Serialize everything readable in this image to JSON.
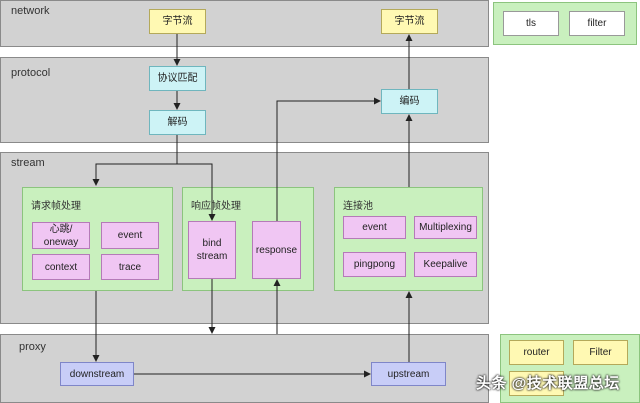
{
  "layers": {
    "network": "network",
    "protocol": "protocol",
    "stream": "stream",
    "proxy": "proxy"
  },
  "network": {
    "bytes_in": "字节流",
    "bytes_out": "字节流"
  },
  "protocol": {
    "match": "协议匹配",
    "decode": "解码",
    "encode": "编码"
  },
  "stream": {
    "request": {
      "title": "请求帧处理",
      "heartbeat": "心跳/ oneway",
      "event": "event",
      "context": "context",
      "trace": "trace"
    },
    "response": {
      "title": "响应帧处理",
      "bind_stream": "bind stream",
      "response": "response"
    },
    "pool": {
      "title": "连接池",
      "event": "event",
      "multiplexing": "Multiplexing",
      "pingpong": "pingpong",
      "keepalive": "Keepalive"
    }
  },
  "proxy": {
    "downstream": "downstream",
    "upstream": "upstream"
  },
  "side_top": {
    "tls": "tls",
    "filter": "filter"
  },
  "side_bottom": {
    "router": "router",
    "filter": "Filter"
  },
  "watermark": "头条 @技术联盟总坛"
}
